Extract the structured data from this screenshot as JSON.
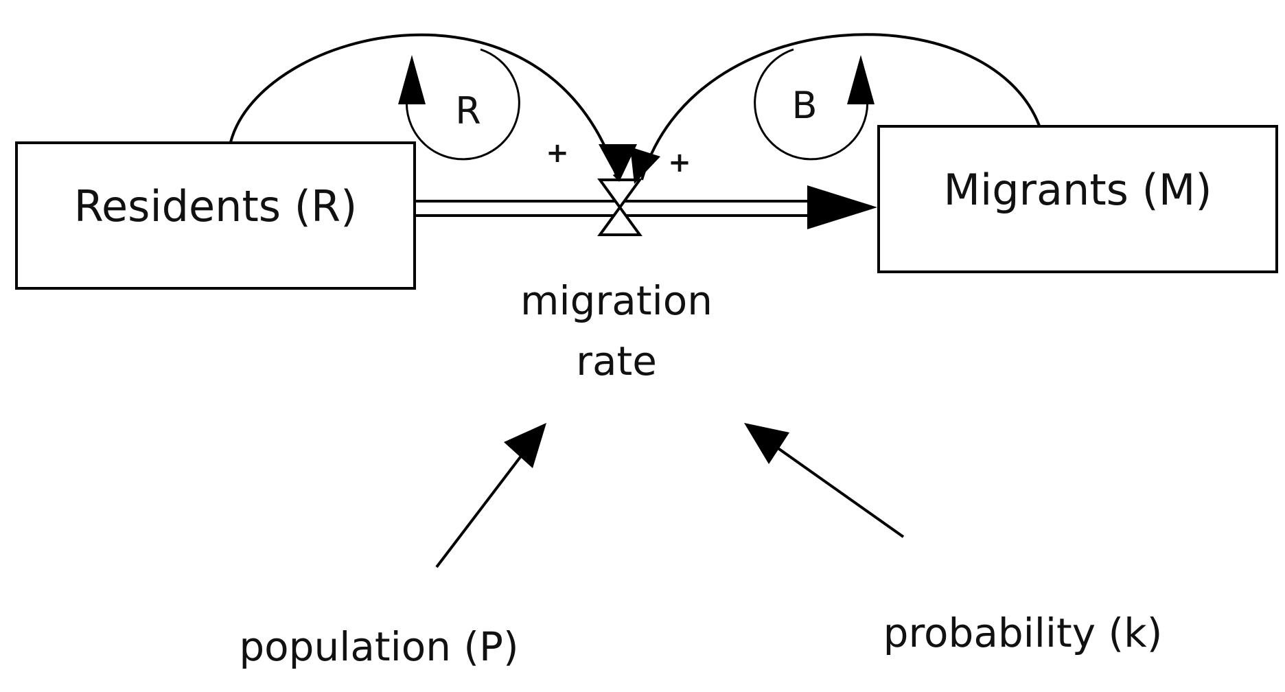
{
  "stocks": {
    "residents": {
      "label": "Residents (R)"
    },
    "migrants": {
      "label": "Migrants (M)"
    }
  },
  "flow": {
    "label_line1": "migration",
    "label_line2": "rate"
  },
  "variables": {
    "population": {
      "label": "population (P)"
    },
    "probability": {
      "label": "probability (k)"
    }
  },
  "loops": {
    "reinforcing": {
      "label": "R"
    },
    "balancing": {
      "label": "B"
    }
  },
  "links": {
    "residents_to_rate_polarity": "+",
    "migrants_to_rate_polarity": "+"
  },
  "colors": {
    "stroke": "#000000",
    "text": "#111111",
    "background": "#ffffff"
  }
}
